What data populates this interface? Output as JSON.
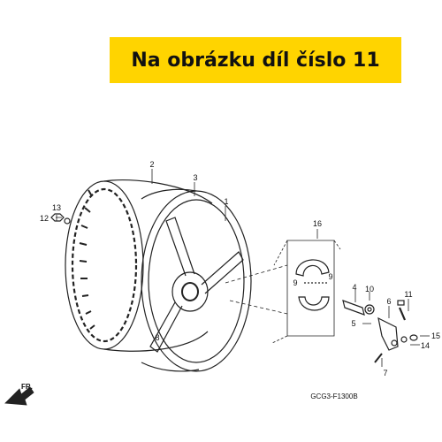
{
  "banner": {
    "text": "Na obrázku díl číslo 11",
    "color": "#ffd400"
  },
  "callouts": {
    "c1": "1",
    "c2": "2",
    "c3": "3",
    "c4": "4",
    "c5": "5",
    "c6": "6",
    "c7": "7",
    "c8": "8",
    "c9a": "9",
    "c9b": "9",
    "c10": "10",
    "c11": "11",
    "c12": "12",
    "c13": "13",
    "c14": "14",
    "c15": "15",
    "c16": "16"
  },
  "diagram_code": "GCG3-F1300B",
  "direction_label": "FR."
}
